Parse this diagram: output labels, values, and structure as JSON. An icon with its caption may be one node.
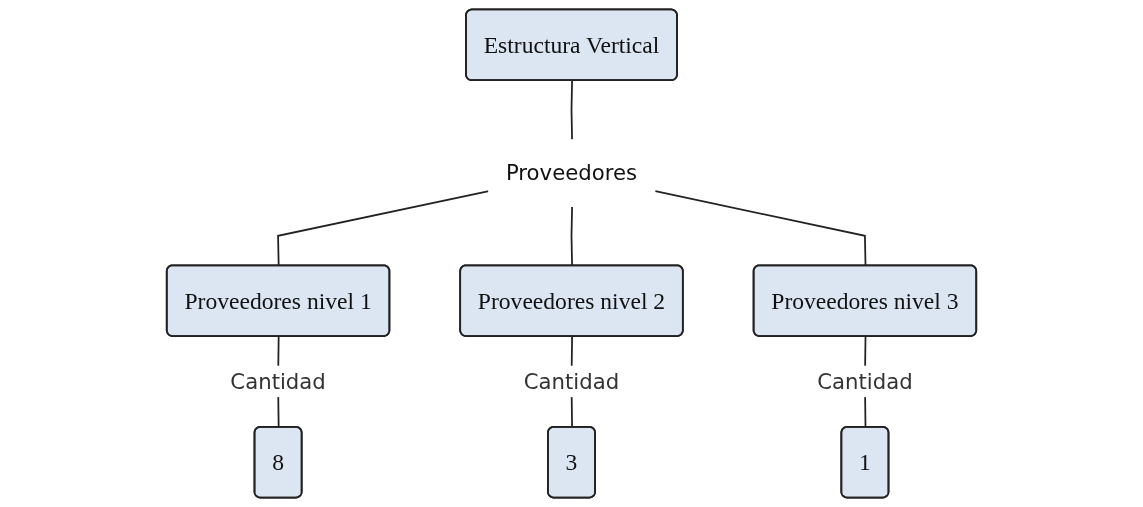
{
  "diagram": {
    "nodes": [
      {
        "text": [
          "Estructura Vertical"
        ]
      },
      {
        "text": [
          "Proveedores"
        ]
      },
      {
        "text": [
          "Proveedores nivel 1"
        ]
      },
      {
        "text": [
          "Proveedores nivel 2"
        ]
      },
      {
        "text": [
          "Proveedores nivel 3"
        ]
      },
      {
        "text": [
          "8"
        ]
      },
      {
        "text": [
          "3"
        ]
      },
      {
        "text": [
          "1"
        ]
      }
    ],
    "edges": [
      {
        "from": 0,
        "to": 1,
        "arrow": "none"
      },
      {
        "from": 1,
        "to": 2,
        "arrow": "none"
      },
      {
        "from": 1,
        "to": 3,
        "arrow": "none"
      },
      {
        "from": 1,
        "to": 4,
        "arrow": "none"
      },
      {
        "from": 2,
        "to": 5,
        "label": "Cantidad",
        "arrow": "none"
      },
      {
        "from": 3,
        "to": 6,
        "label": "Cantidad",
        "arrow": "none"
      },
      {
        "from": 4,
        "to": 7,
        "label": "Cantidad",
        "arrow": "none"
      }
    ]
  }
}
